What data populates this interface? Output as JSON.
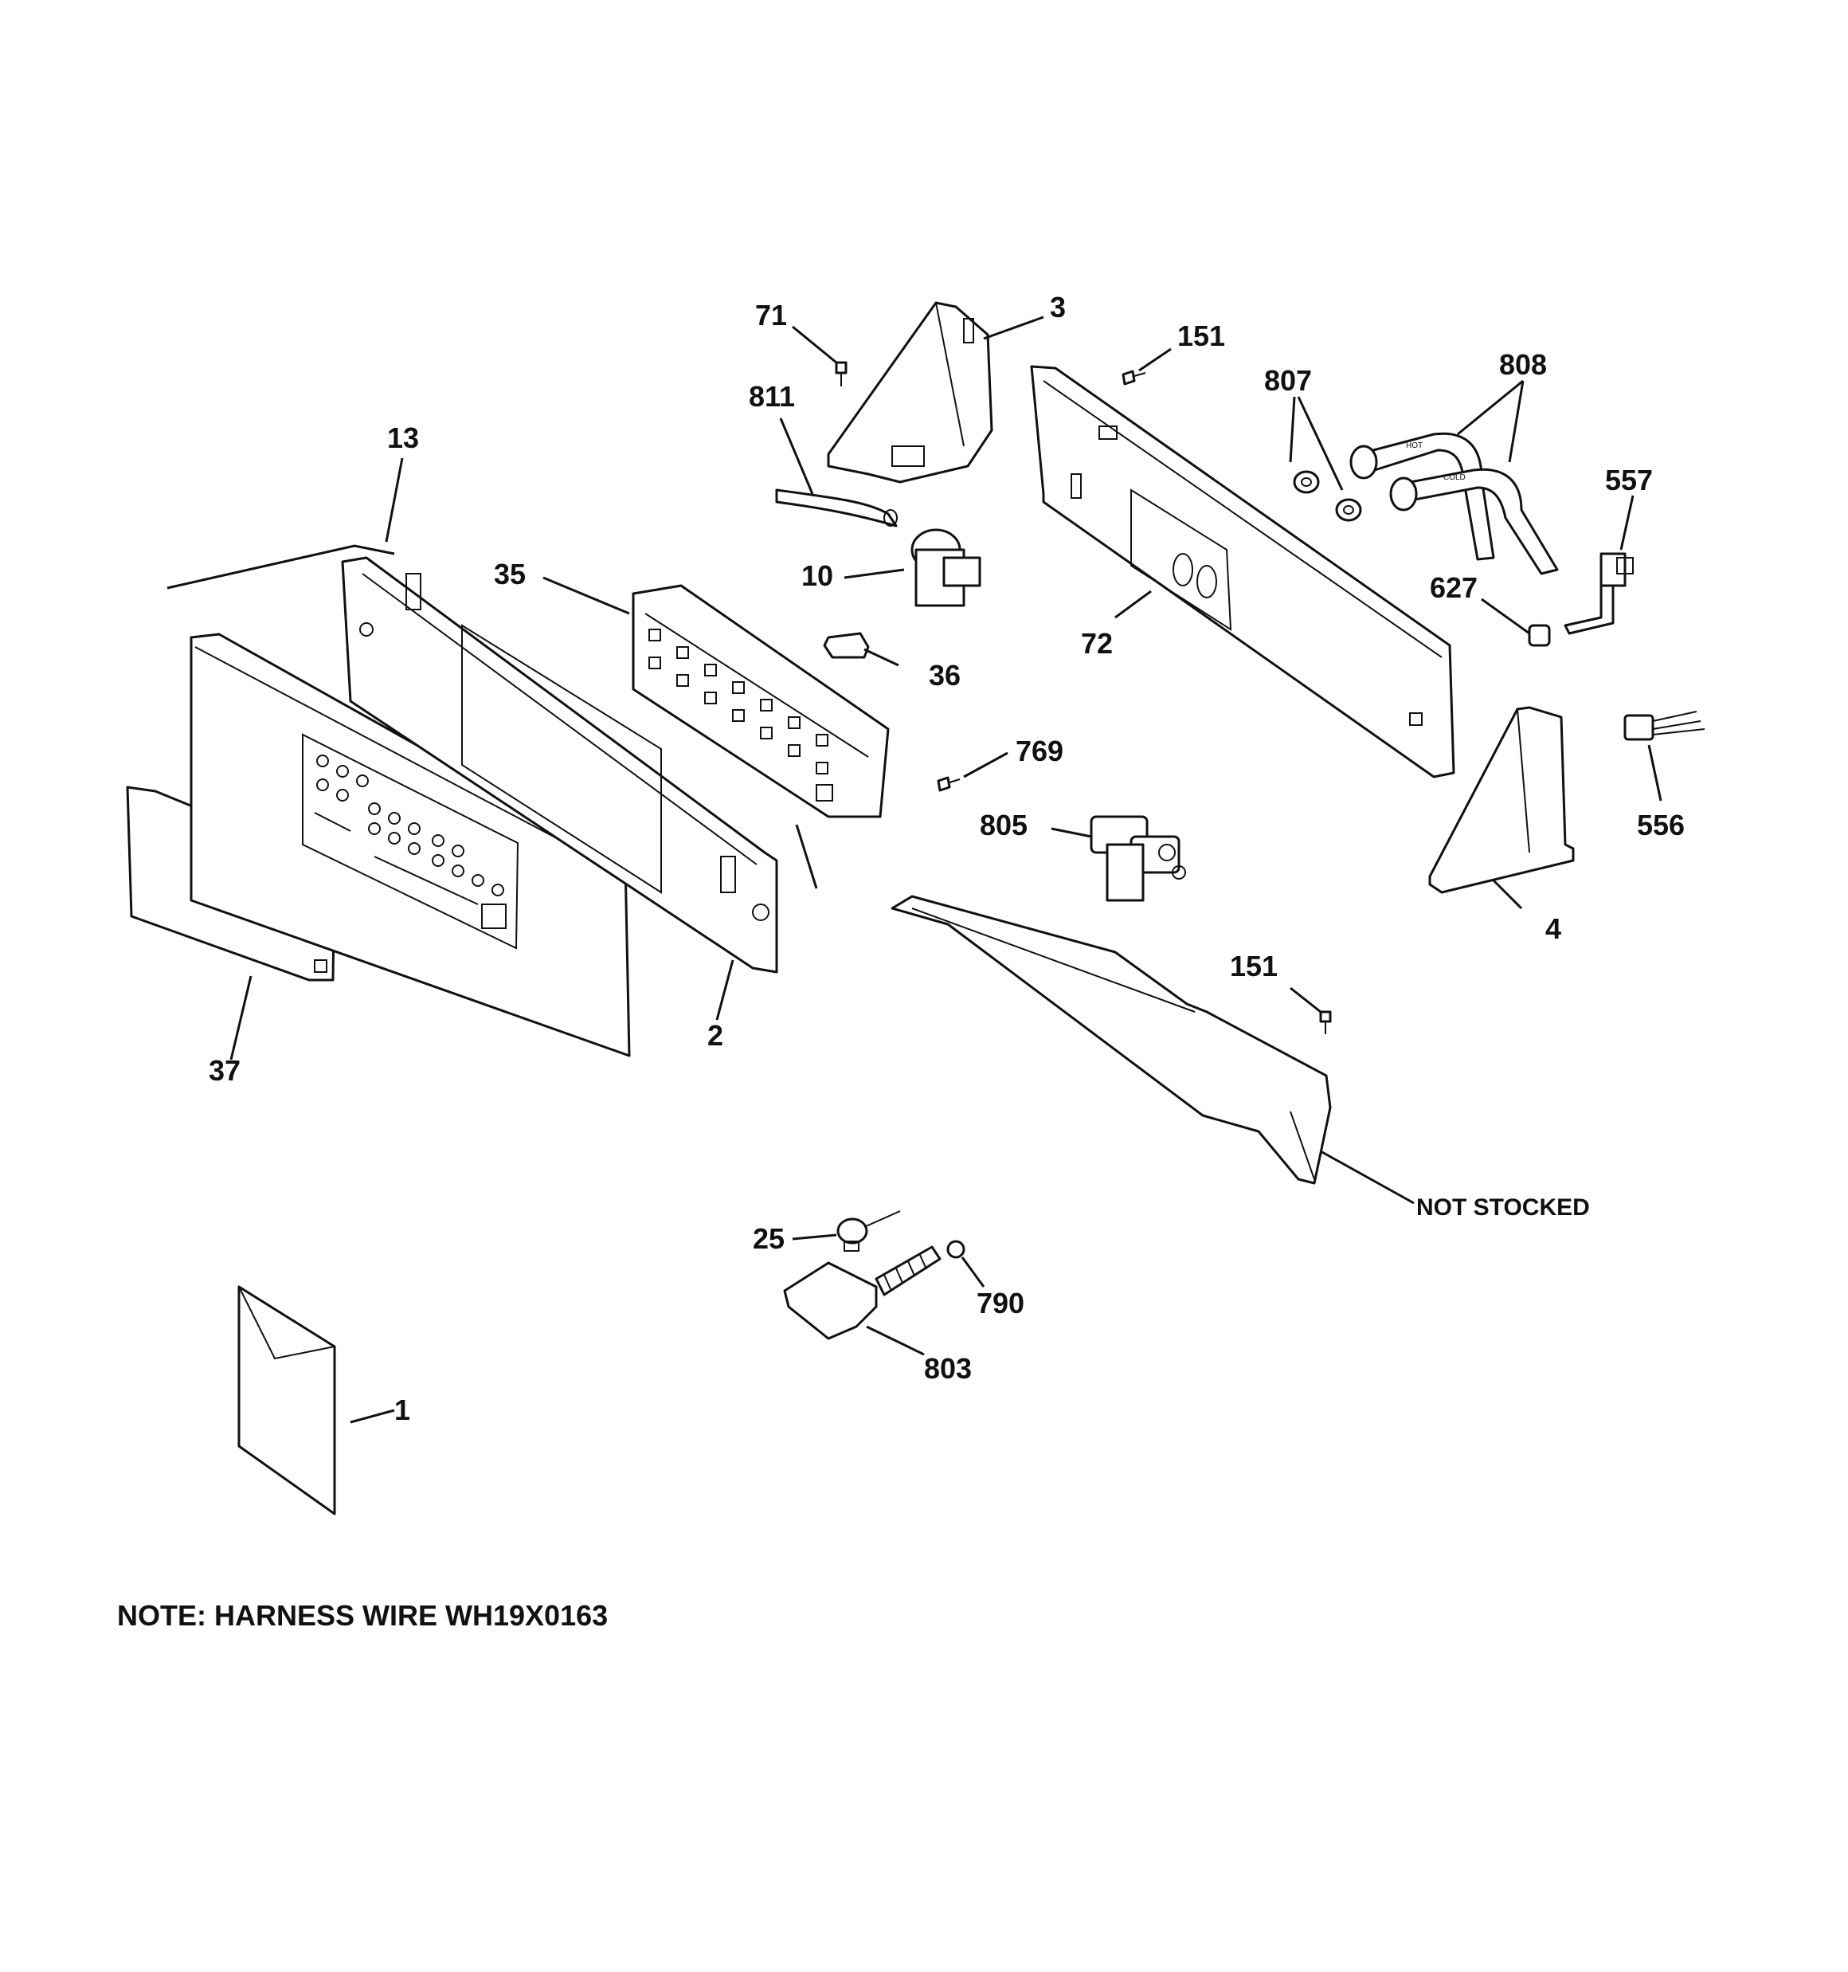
{
  "diagram": {
    "callouts": {
      "c71": "71",
      "c3": "3",
      "c151a": "151",
      "c807": "807",
      "c808": "808",
      "c811": "811",
      "c557": "557",
      "c13": "13",
      "c35": "35",
      "c10": "10",
      "c627": "627",
      "c72": "72",
      "c36": "36",
      "c769": "769",
      "c556": "556",
      "c805": "805",
      "c4": "4",
      "c151b": "151",
      "c2": "2",
      "c37": "37",
      "c25": "25",
      "c790": "790",
      "c803": "803",
      "c1": "1",
      "not_stocked": "NOT STOCKED"
    },
    "hose_labels": {
      "hot": "HOT",
      "cold": "COLD"
    },
    "note": "NOTE: HARNESS WIRE WH19X0163"
  }
}
